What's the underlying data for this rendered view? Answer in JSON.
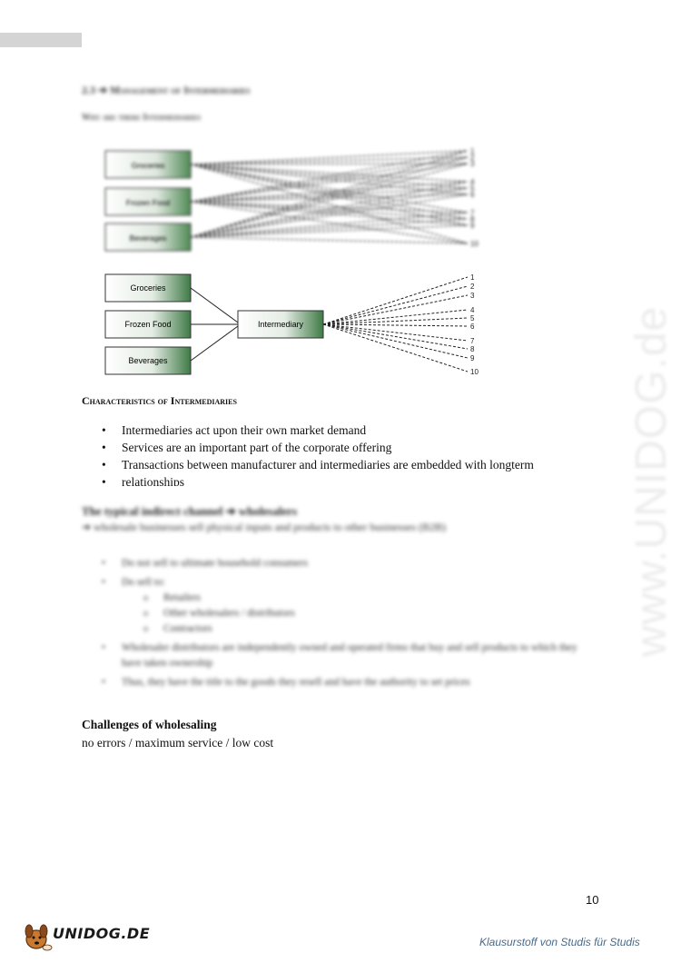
{
  "section": {
    "title": "2.3 ➔ Management of Intermediaries",
    "subtitle": "Why are there Intermediaries"
  },
  "diagram_top": {
    "boxes": [
      "Groceries",
      "Frozen Food",
      "Beverages"
    ],
    "numbers": [
      "1",
      "2",
      "3",
      "4",
      "5",
      "6",
      "7",
      "8",
      "9",
      "10"
    ]
  },
  "diagram_bottom": {
    "boxes": [
      "Groceries",
      "Frozen Food",
      "Beverages"
    ],
    "center": "Intermediary",
    "numbers": [
      "1",
      "2",
      "3",
      "4",
      "5",
      "6",
      "7",
      "8",
      "9",
      "10"
    ]
  },
  "characteristics": {
    "heading": "Characteristics of Intermediaries",
    "items": [
      "Intermediaries act upon their own market demand",
      "Services are an important part of the corporate offering",
      "Transactions between manufacturer and intermediaries are embedded with longterm",
      "relationships"
    ]
  },
  "typical": {
    "heading": "The typical indirect channel ➔ wholesalers",
    "line": "➔ wholesale businesses sell physical inputs and products to other businesses (B2B)",
    "items": [
      "Do not sell to ultimate household consumers",
      "Do sell to:",
      "Wholesaler distributors are independently owned and operated firms that buy and sell products to which they have taken ownership",
      "Thus, they have the title to the goods they resell and have the authority to set prices"
    ],
    "sub_items": [
      "Retailers",
      "Other wholesalers / distributors",
      "Contractors"
    ]
  },
  "challenges": {
    "heading": "Challenges of wholesaling",
    "line": "no errors / maximum service / low cost"
  },
  "page_number": "10",
  "watermark": "www.UNIDOG.de",
  "logo": "UNIDOG.DE",
  "footer": "Klausurstoff von Studis für Studis"
}
